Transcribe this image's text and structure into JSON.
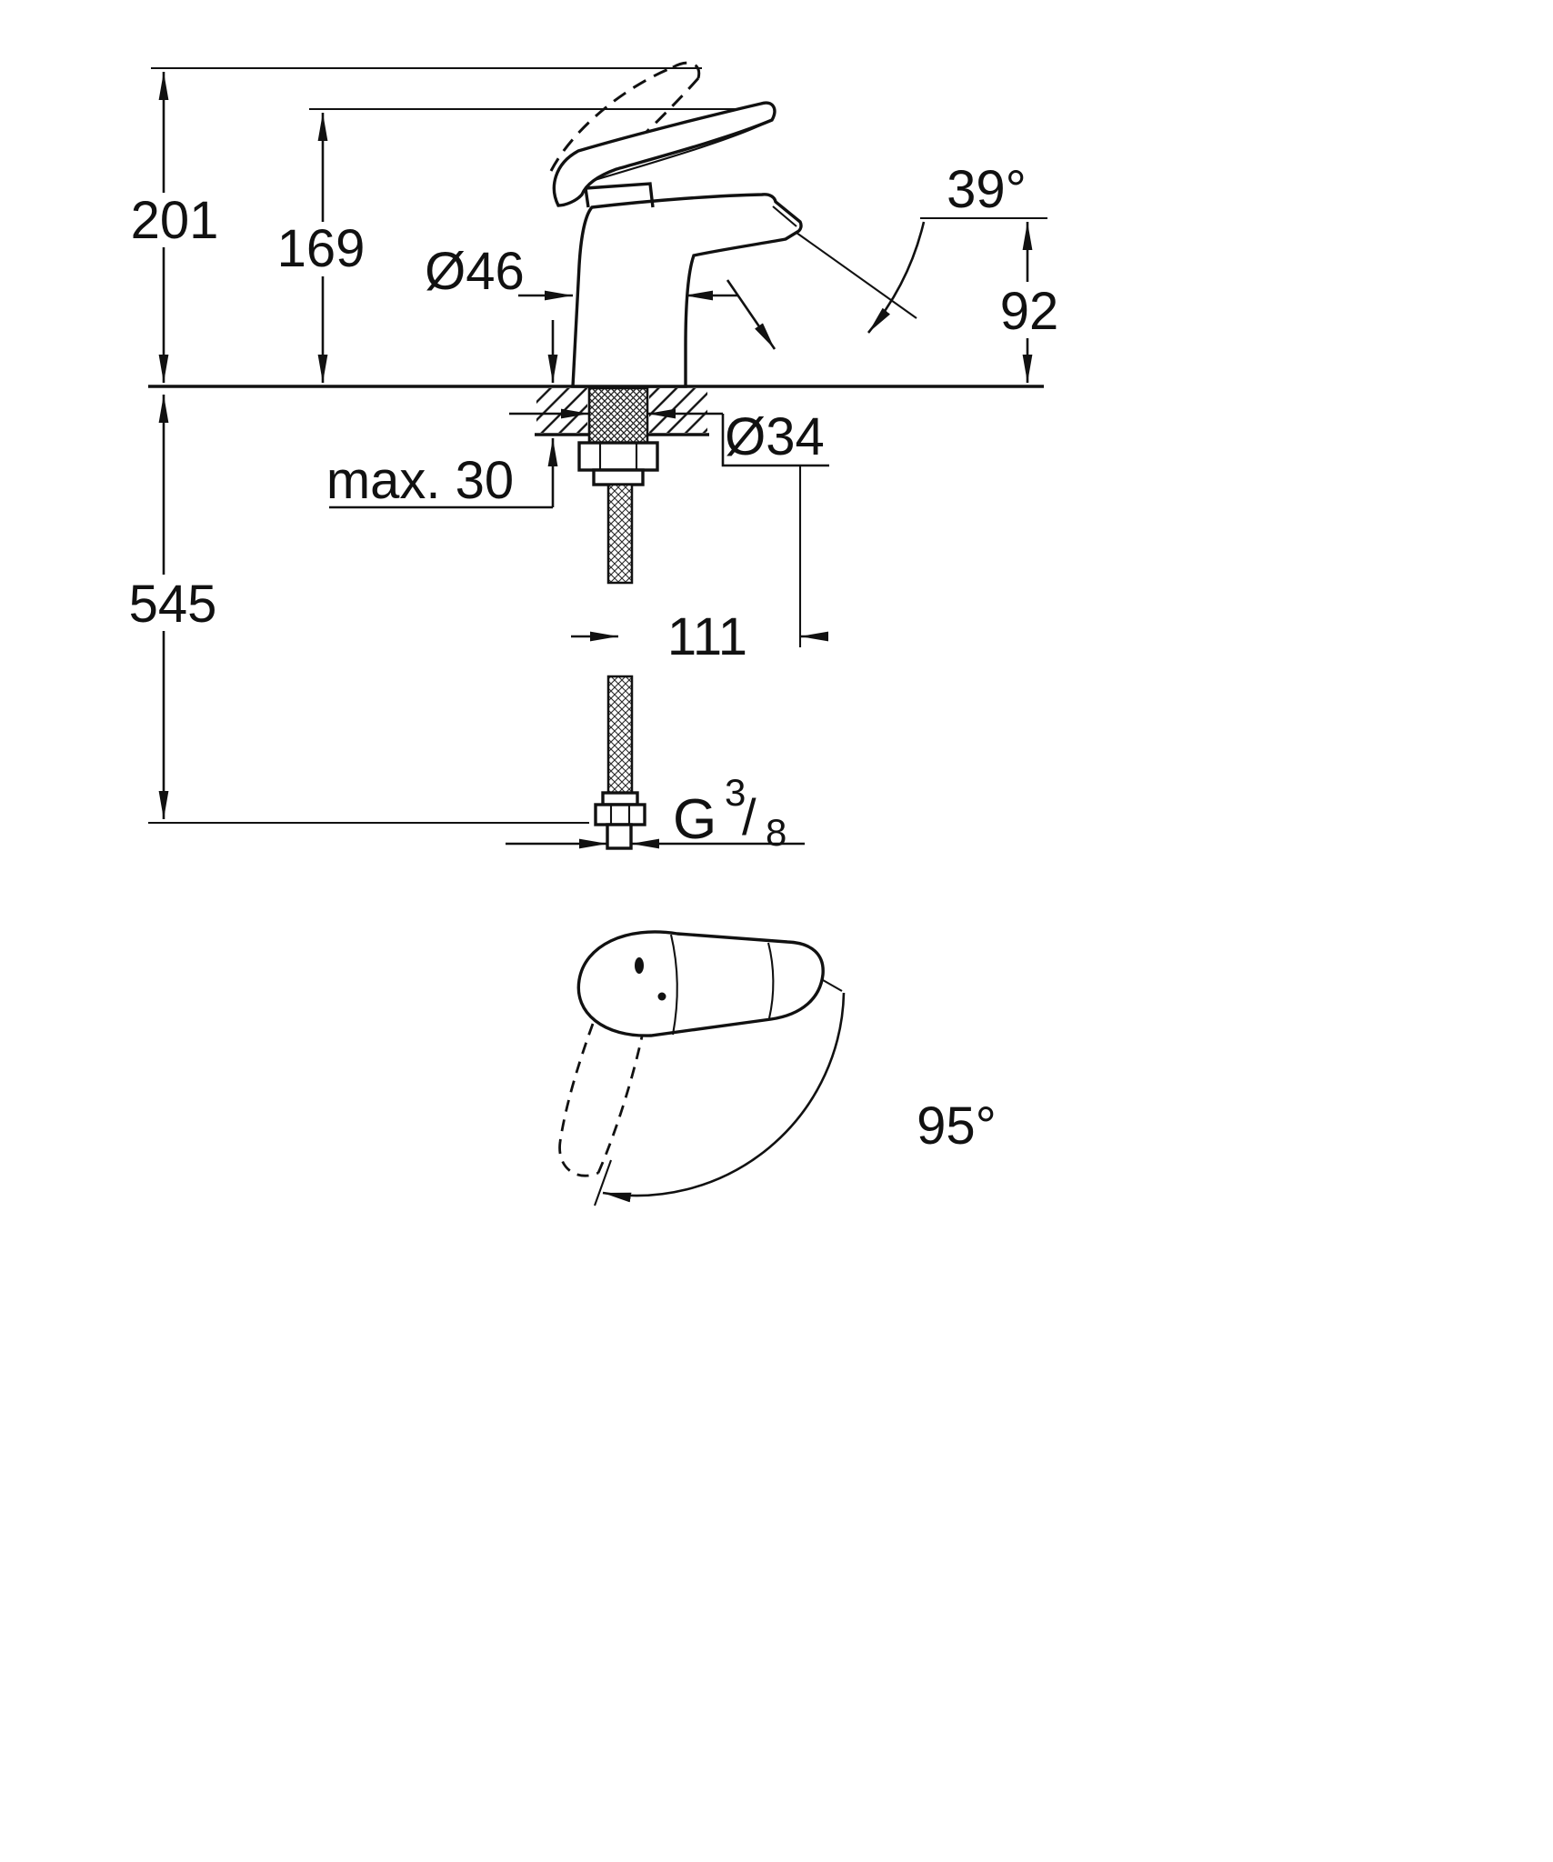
{
  "drawing": {
    "labels": {
      "overall_height": "201",
      "height_to_handle": "169",
      "body_diameter": "Ø46",
      "spout_angle": "39°",
      "spout_outlet_height": "92",
      "shank_diameter": "Ø34",
      "max_deck_thickness": "max. 30",
      "hose_length": "545",
      "spout_reach": "111",
      "thread_prefix": "G",
      "thread_numerator": "3",
      "thread_slash": "/",
      "thread_denominator": "8",
      "handle_swivel_angle": "95°"
    }
  }
}
